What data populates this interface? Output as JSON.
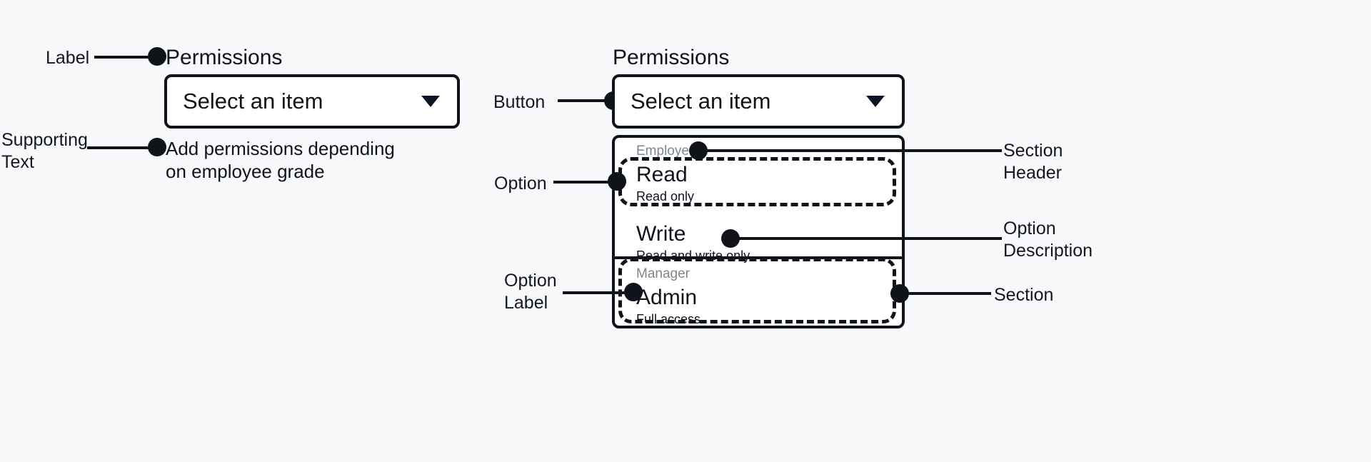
{
  "canvas": {
    "background_color": "#f7f9fb",
    "ink_color": "#10131a",
    "muted_color": "#7d8590"
  },
  "left_spec": {
    "annotations": {
      "label": "Label",
      "supporting_text": "Supporting\nText"
    },
    "field": {
      "label": "Permissions",
      "button_value": "Select an item",
      "caret_icon": "chevron-down-icon",
      "supporting_text": "Add permissions depending on employee grade"
    }
  },
  "right_spec": {
    "annotations": {
      "button": "Button",
      "option": "Option",
      "option_label": "Option\nLabel",
      "section_header": "Section Header",
      "option_description": "Option\nDescription",
      "section": "Section"
    },
    "field": {
      "label": "Permissions",
      "button_value": "Select an item",
      "caret_icon": "chevron-down-icon"
    },
    "menu": {
      "sections": [
        {
          "header": "Employees",
          "options": [
            {
              "label": "Read",
              "description": "Read only"
            },
            {
              "label": "Write",
              "description": "Read and write only"
            }
          ]
        },
        {
          "header": "Manager",
          "options": [
            {
              "label": "Admin",
              "description": "Full access"
            }
          ]
        }
      ]
    }
  }
}
